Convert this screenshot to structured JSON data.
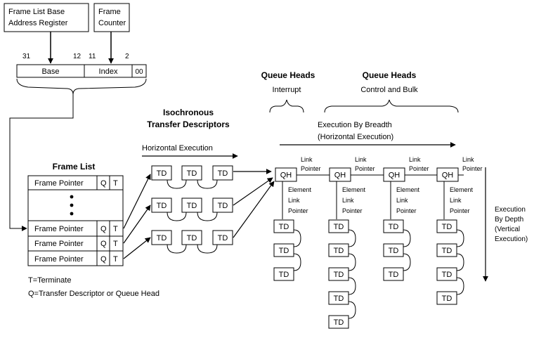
{
  "registers": {
    "base_line1": "Frame List Base",
    "base_line2": "Address Register",
    "counter_line1": "Frame",
    "counter_line2": "Counter"
  },
  "bits": {
    "b31": "31",
    "b12": "12",
    "b11": "11",
    "b2": "2"
  },
  "address": {
    "base": "Base",
    "index": "Index",
    "low": "00"
  },
  "frame_list": {
    "title": "Frame List",
    "entry": "Frame Pointer",
    "q": "Q",
    "t": "T"
  },
  "legend": {
    "terminate": "T=Terminate",
    "q_desc": "Q=Transfer Descriptor or Queue Head"
  },
  "iso": {
    "title_line1": "Isochronous",
    "title_line2": "Transfer Descriptors",
    "horizontal": "Horizontal Execution"
  },
  "td_label": "TD",
  "qh_label": "QH",
  "queue_heads": {
    "title": "Queue Heads",
    "interrupt": "Interrupt",
    "control_bulk": "Control and Bulk"
  },
  "breadth": {
    "line1": "Execution By Breadth",
    "line2": "(Horizontal Execution)"
  },
  "depth": {
    "l1": "Execution",
    "l2": "By Depth",
    "l3": "(Vertical",
    "l4": "Execution)"
  },
  "link_pointer": {
    "l1": "Link",
    "l2": "Pointer"
  },
  "element_link_pointer": {
    "l1": "Element",
    "l2": "Link",
    "l3": "Pointer"
  }
}
